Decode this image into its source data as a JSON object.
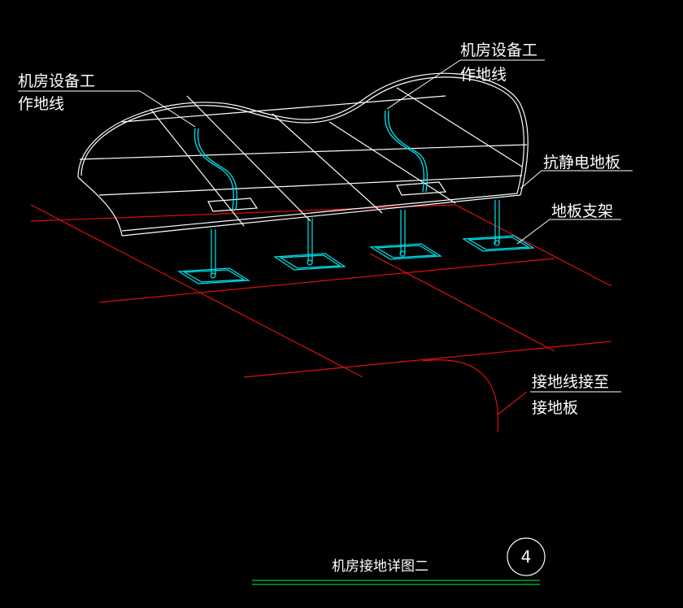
{
  "drawing": {
    "title": "机房接地详图二",
    "detail_number": "4",
    "labels": {
      "equipment_ground_left": [
        "机房设备工",
        "作地线"
      ],
      "equipment_ground_right": [
        "机房设备工",
        "作地线"
      ],
      "antistatic_floor": "抗静电地板",
      "floor_support": "地板支架",
      "ground_wire_to_plate": [
        "接地线接至",
        "接地板"
      ]
    },
    "colors": {
      "background": "#000000",
      "floor_outline": "#ffffff",
      "ground_grid": "#e01010",
      "support_parts": "#00e5ee",
      "title_underline": "#00c832"
    }
  }
}
